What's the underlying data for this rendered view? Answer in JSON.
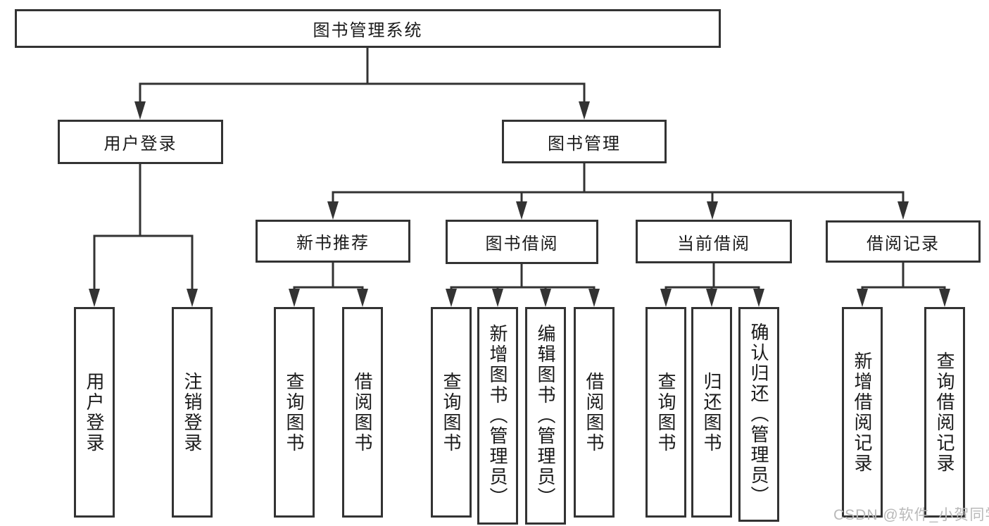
{
  "diagram_title": "图书管理系统",
  "watermark": "CSDN @软件_小贺同学",
  "colors": {
    "line": "#333333",
    "box_border": "#333333",
    "box_background": "#ffffff",
    "text": "#1a1a1a",
    "watermark": "#b9b9b9"
  },
  "nodes": {
    "root": {
      "label": "图书管理系统"
    },
    "user_login": {
      "label": "用户登录"
    },
    "book_mgmt": {
      "label": "图书管理"
    },
    "new_book_rec": {
      "label": "新书推荐"
    },
    "book_borrow": {
      "label": "图书借阅"
    },
    "current_borrow": {
      "label": "当前借阅"
    },
    "borrow_records": {
      "label": "借阅记录"
    },
    "leaf_user_login": {
      "label": "用户登录",
      "parent": "用户登录"
    },
    "leaf_logout": {
      "label": "注销登录",
      "parent": "用户登录"
    },
    "leaf_nb_query": {
      "label": "查询图书",
      "parent": "新书推荐"
    },
    "leaf_nb_borrow": {
      "label": "借阅图书",
      "parent": "新书推荐"
    },
    "leaf_bb_query": {
      "label": "查询图书",
      "parent": "图书借阅"
    },
    "leaf_bb_add": {
      "label": "新增图书（管理员）",
      "parent": "图书借阅"
    },
    "leaf_bb_edit": {
      "label": "编辑图书（管理员）",
      "parent": "图书借阅"
    },
    "leaf_bb_borrow": {
      "label": "借阅图书",
      "parent": "图书借阅"
    },
    "leaf_cb_query": {
      "label": "查询图书",
      "parent": "当前借阅"
    },
    "leaf_cb_return": {
      "label": "归还图书",
      "parent": "当前借阅"
    },
    "leaf_cb_confirm": {
      "label": "确认归还（管理员）",
      "parent": "当前借阅"
    },
    "leaf_br_add": {
      "label": "新增借阅记录",
      "parent": "借阅记录"
    },
    "leaf_br_query": {
      "label": "查询借阅记录",
      "parent": "借阅记录"
    }
  }
}
